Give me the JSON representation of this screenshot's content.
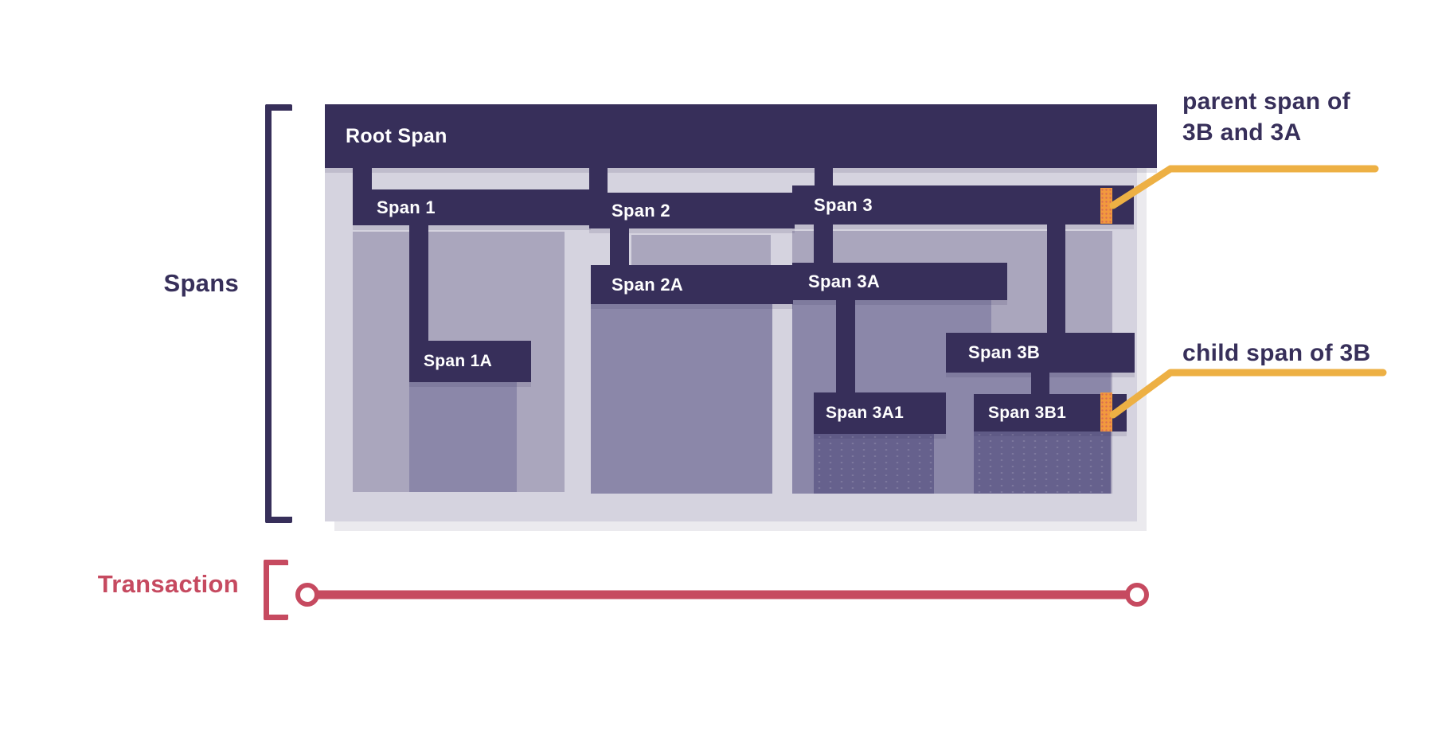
{
  "colors": {
    "dark": "#372f5a",
    "lavender": "#d5d3df",
    "level1": "#aaa6bd",
    "level2": "#8b87a9",
    "level3": "#66618d",
    "orange": "#f2993e",
    "yellow": "#edb044",
    "red": "#c64a60",
    "white": "#ffffff"
  },
  "side_labels": {
    "spans": "Spans",
    "transaction": "Transaction"
  },
  "spans": {
    "root": {
      "label": "Root Span",
      "children": [
        "span1",
        "span2",
        "span3"
      ]
    },
    "span1": {
      "label": "Span 1",
      "parent": "root",
      "children": [
        "span1a"
      ]
    },
    "span1a": {
      "label": "Span 1A",
      "parent": "span1",
      "children": []
    },
    "span2": {
      "label": "Span 2",
      "parent": "root",
      "children": [
        "span2a"
      ]
    },
    "span2a": {
      "label": "Span 2A",
      "parent": "span2",
      "children": []
    },
    "span3": {
      "label": "Span 3",
      "parent": "root",
      "children": [
        "span3a",
        "span3b"
      ]
    },
    "span3a": {
      "label": "Span 3A",
      "parent": "span3",
      "children": [
        "span3a1"
      ]
    },
    "span3a1": {
      "label": "Span 3A1",
      "parent": "span3a",
      "children": []
    },
    "span3b": {
      "label": "Span 3B",
      "parent": "span3",
      "children": [
        "span3b1"
      ]
    },
    "span3b1": {
      "label": "Span 3B1",
      "parent": "span3b",
      "children": []
    }
  },
  "annotations": {
    "parent_span": {
      "line1": "parent span of",
      "line2": "3B and 3A",
      "points_to": "span3"
    },
    "child_span": {
      "text": "child span of 3B",
      "points_to": "span3b1"
    }
  }
}
